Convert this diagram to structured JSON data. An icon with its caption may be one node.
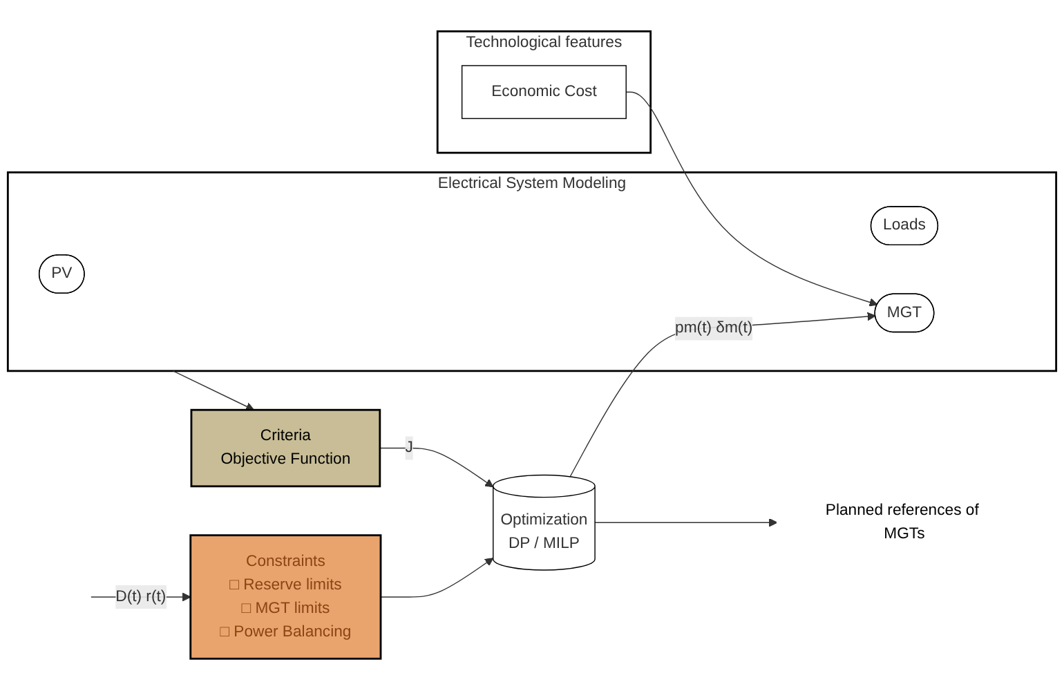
{
  "diagram": {
    "nodes": [
      {
        "text": [
          "Constraints",
          "□ Reserve limits",
          "□ MGT limits",
          "□ Power Balancing"
        ]
      },
      {
        "text": [
          "Optimization",
          "DP / MILP"
        ]
      },
      {
        "text": [
          "Electrical System Modeling"
        ]
      },
      {
        "text": [
          "PV"
        ],
        "in": 2
      },
      {
        "text": [
          "Loads"
        ],
        "in": 2
      },
      {
        "text": [
          "MGT"
        ],
        "in": 2
      },
      {
        "text": [
          "Technological features"
        ]
      },
      {
        "text": [
          "Economic Cost"
        ],
        "in": 6
      },
      {
        "text": [
          "Criteria",
          "Objective Function"
        ]
      },
      {
        "text": [
          "Planned references of MGTs"
        ]
      }
    ],
    "edges": [
      {
        "from": null,
        "to": 0,
        "arrow": "to",
        "label": "D(t) r(t)"
      },
      {
        "from": 0,
        "to": 1,
        "arrow": "to"
      },
      {
        "from": 1,
        "to": 5,
        "arrow": "to",
        "label": "pm(t) δm(t)"
      },
      {
        "from": 7,
        "to": 5,
        "arrow": "to"
      },
      {
        "from": 2,
        "to": 8,
        "arrow": "to"
      },
      {
        "from": 8,
        "to": 1,
        "arrow": "to",
        "label": "J"
      },
      {
        "from": 1,
        "to": 9,
        "arrow": "to"
      }
    ]
  }
}
